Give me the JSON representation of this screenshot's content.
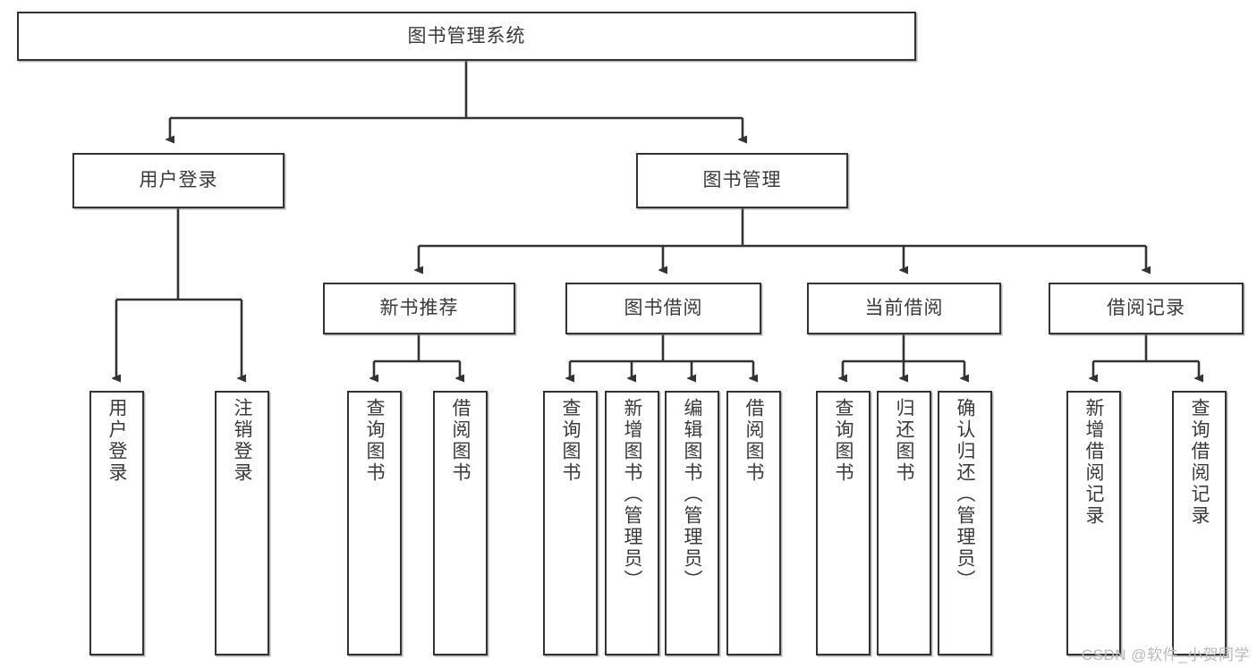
{
  "diagram": {
    "title": "图书管理系统",
    "watermark": "CSDN @软件_小贺同学",
    "colors": {
      "stroke": "#333333",
      "text": "#3a3a3a",
      "background": "#ffffff",
      "watermark": "#b9b9b9"
    },
    "nodes": {
      "root": {
        "label": "图书管理系统"
      },
      "level2": [
        {
          "label": "用户登录"
        },
        {
          "label": "图书管理"
        }
      ],
      "level3": [
        {
          "label": "新书推荐"
        },
        {
          "label": "图书借阅"
        },
        {
          "label": "当前借阅"
        },
        {
          "label": "借阅记录"
        }
      ],
      "leaves": {
        "user_login": [
          {
            "label": "用户登录"
          },
          {
            "label": "注销登录"
          }
        ],
        "new_book": [
          {
            "label": "查询图书"
          },
          {
            "label": "借阅图书"
          }
        ],
        "book_borrow": [
          {
            "label": "查询图书"
          },
          {
            "label": "新增图书（管理员）"
          },
          {
            "label": "编辑图书（管理员）"
          },
          {
            "label": "借阅图书"
          }
        ],
        "current_borrow": [
          {
            "label": "查询图书"
          },
          {
            "label": "归还图书"
          },
          {
            "label": "确认归还（管理员）"
          }
        ],
        "borrow_record": [
          {
            "label": "新增借阅记录"
          },
          {
            "label": "查询借阅记录"
          }
        ]
      }
    }
  }
}
